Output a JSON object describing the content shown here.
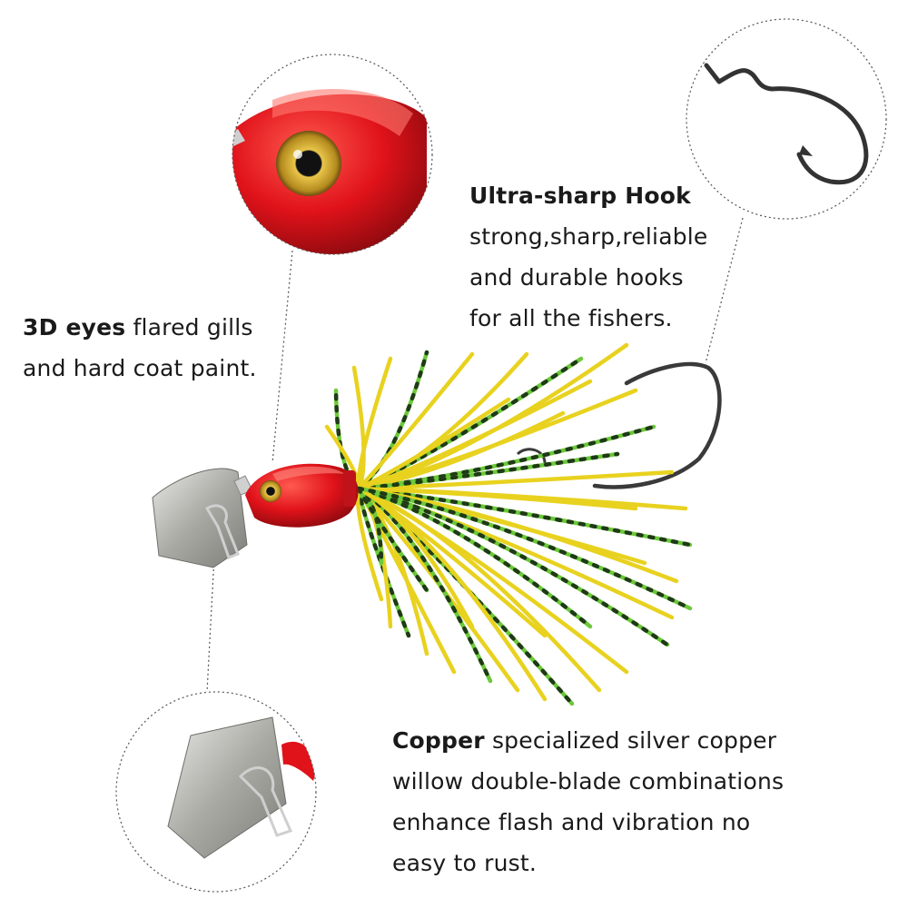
{
  "callouts": {
    "eyes": {
      "bold": "3D eyes",
      "lines": [
        " flared gills",
        "and hard coat paint."
      ]
    },
    "hook": {
      "bold": "Ultra-sharp Hook",
      "lines": [
        "strong,sharp,reliable",
        "and durable hooks",
        "for all the fishers."
      ]
    },
    "copper": {
      "bold": "Copper",
      "lines": [
        " specialized silver copper",
        "willow double-blade combinations",
        "enhance flash and vibration no",
        "easy to rust."
      ]
    }
  },
  "colors": {
    "head_red": "#e0121a",
    "skirt_yellow": "#e8d21f",
    "skirt_green": "#6cc93a",
    "blade_silver": "#b9b9b4",
    "hook_metal": "#3a3a3a",
    "text": "#1a1a1a"
  },
  "icons": [
    "eye-detail-circle",
    "hook-detail-circle",
    "blade-detail-circle",
    "chatterbait-lure"
  ]
}
